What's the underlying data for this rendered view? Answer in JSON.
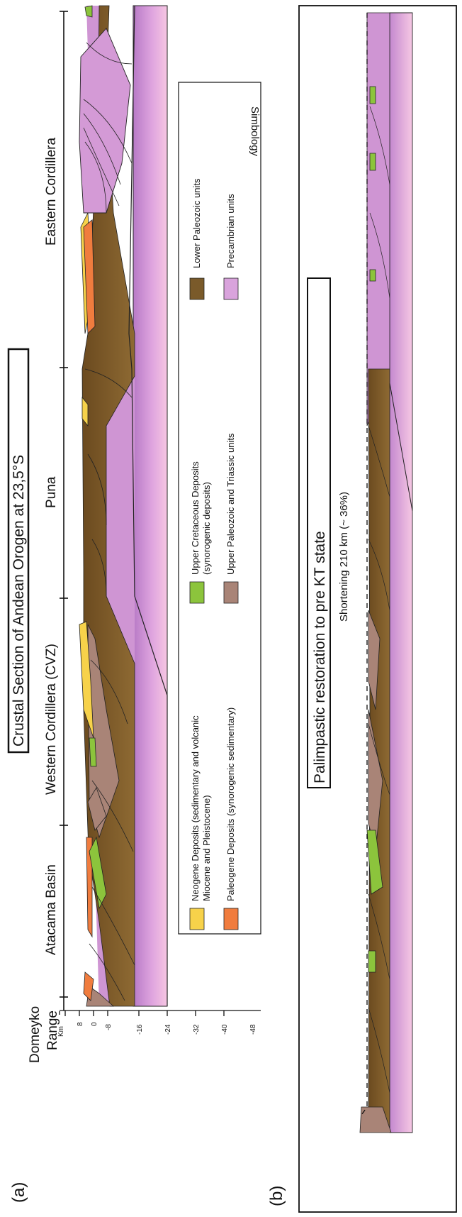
{
  "panel_a": {
    "label": "(a)",
    "title": "Crustal Section of Andean Orogen at 23,5°S",
    "axis_unit": "Km",
    "depth_ticks": [
      "8",
      "0",
      "-8",
      "-16",
      "-24",
      "-32",
      "-40",
      "-48"
    ],
    "regions": [
      "Domeyko",
      "Range",
      "Atacama Basin",
      "Western Cordillera (CVZ)",
      "Puna",
      "Eastern Cordillera"
    ],
    "legend": {
      "title": "Simbology",
      "items": [
        {
          "label_1": "Neogene Deposits (sedimentary and volcanic",
          "label_2": "Miocene and Pleistocene)",
          "color": "#f7d24a"
        },
        {
          "label_1": "Paleogene Deposits (synorogenic sedimentary)",
          "label_2": "",
          "color": "#f07c3e"
        },
        {
          "label_1": "Upper Cretaceous Deposits",
          "label_2": "(synorogenic deposits)",
          "color": "#8cc43c"
        },
        {
          "label_1": "Upper Paleozoic and Triassic units",
          "label_2": "",
          "color": "#a98477"
        },
        {
          "label_1": "Lower Paleozoic units",
          "label_2": "",
          "color": "#7a5a2a"
        },
        {
          "label_1": "Precambrian units",
          "label_2": "",
          "color": "#d9a3dc"
        }
      ]
    }
  },
  "panel_b": {
    "label": "(b)",
    "title": "Palimpastic restoration to pre KT state",
    "subtitle": "Shortening 210 km (~ 36%)"
  },
  "colors": {
    "precambrian_light": "#f3c3e0",
    "precambrian_dark": "#c488cf",
    "lower_paleozoic": "#7a5a2a",
    "upper_paleozoic": "#a98477",
    "cretaceous": "#8cc43c",
    "neogene": "#f7d24a",
    "paleogene": "#f07c3e"
  }
}
